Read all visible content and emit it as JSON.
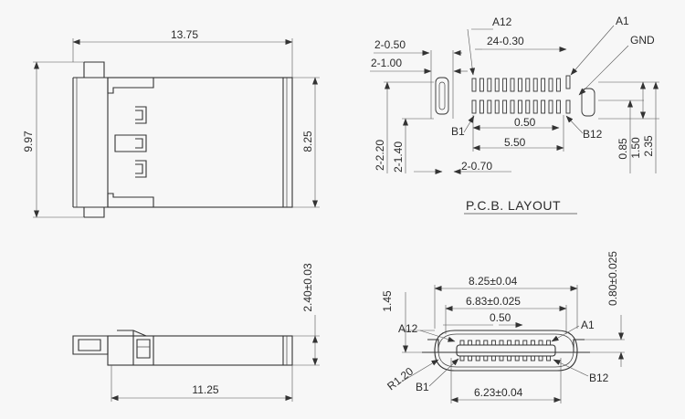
{
  "colors": {
    "background": "#f7f7f7",
    "line": "#333333"
  },
  "top_view": {
    "width_label": "13.75",
    "height_label": "9.97",
    "body_height_label": "8.25"
  },
  "side_view": {
    "length_label": "11.25",
    "height_label": "2.40±0.03"
  },
  "pcb_layout": {
    "title": "P.C.B. LAYOUT",
    "labels": {
      "a12": "A12",
      "a1": "A1",
      "gnd": "GND",
      "b1": "B1",
      "b12": "B12",
      "slot_width": "2-0.50",
      "slot_length": "2-1.00",
      "pad_row": "24-0.30",
      "pitch": "0.50",
      "span": "5.50",
      "slot_2_20": "2-2.20",
      "slot_1_40": "2-1.40",
      "slot_0_70": "2-0.70",
      "dim_0_85": "0.85",
      "dim_1_50": "1.50",
      "dim_2_35": "2.35"
    }
  },
  "front_view": {
    "labels": {
      "outer_width": "8.25±0.04",
      "inner_width": "6.83±0.025",
      "pitch": "0.50",
      "opening_width": "6.23±0.04",
      "offset": "1.45",
      "radius": "R1.20",
      "thickness": "0.80±0.025",
      "a12": "A12",
      "a1": "A1",
      "b1": "B1",
      "b12": "B12"
    }
  }
}
